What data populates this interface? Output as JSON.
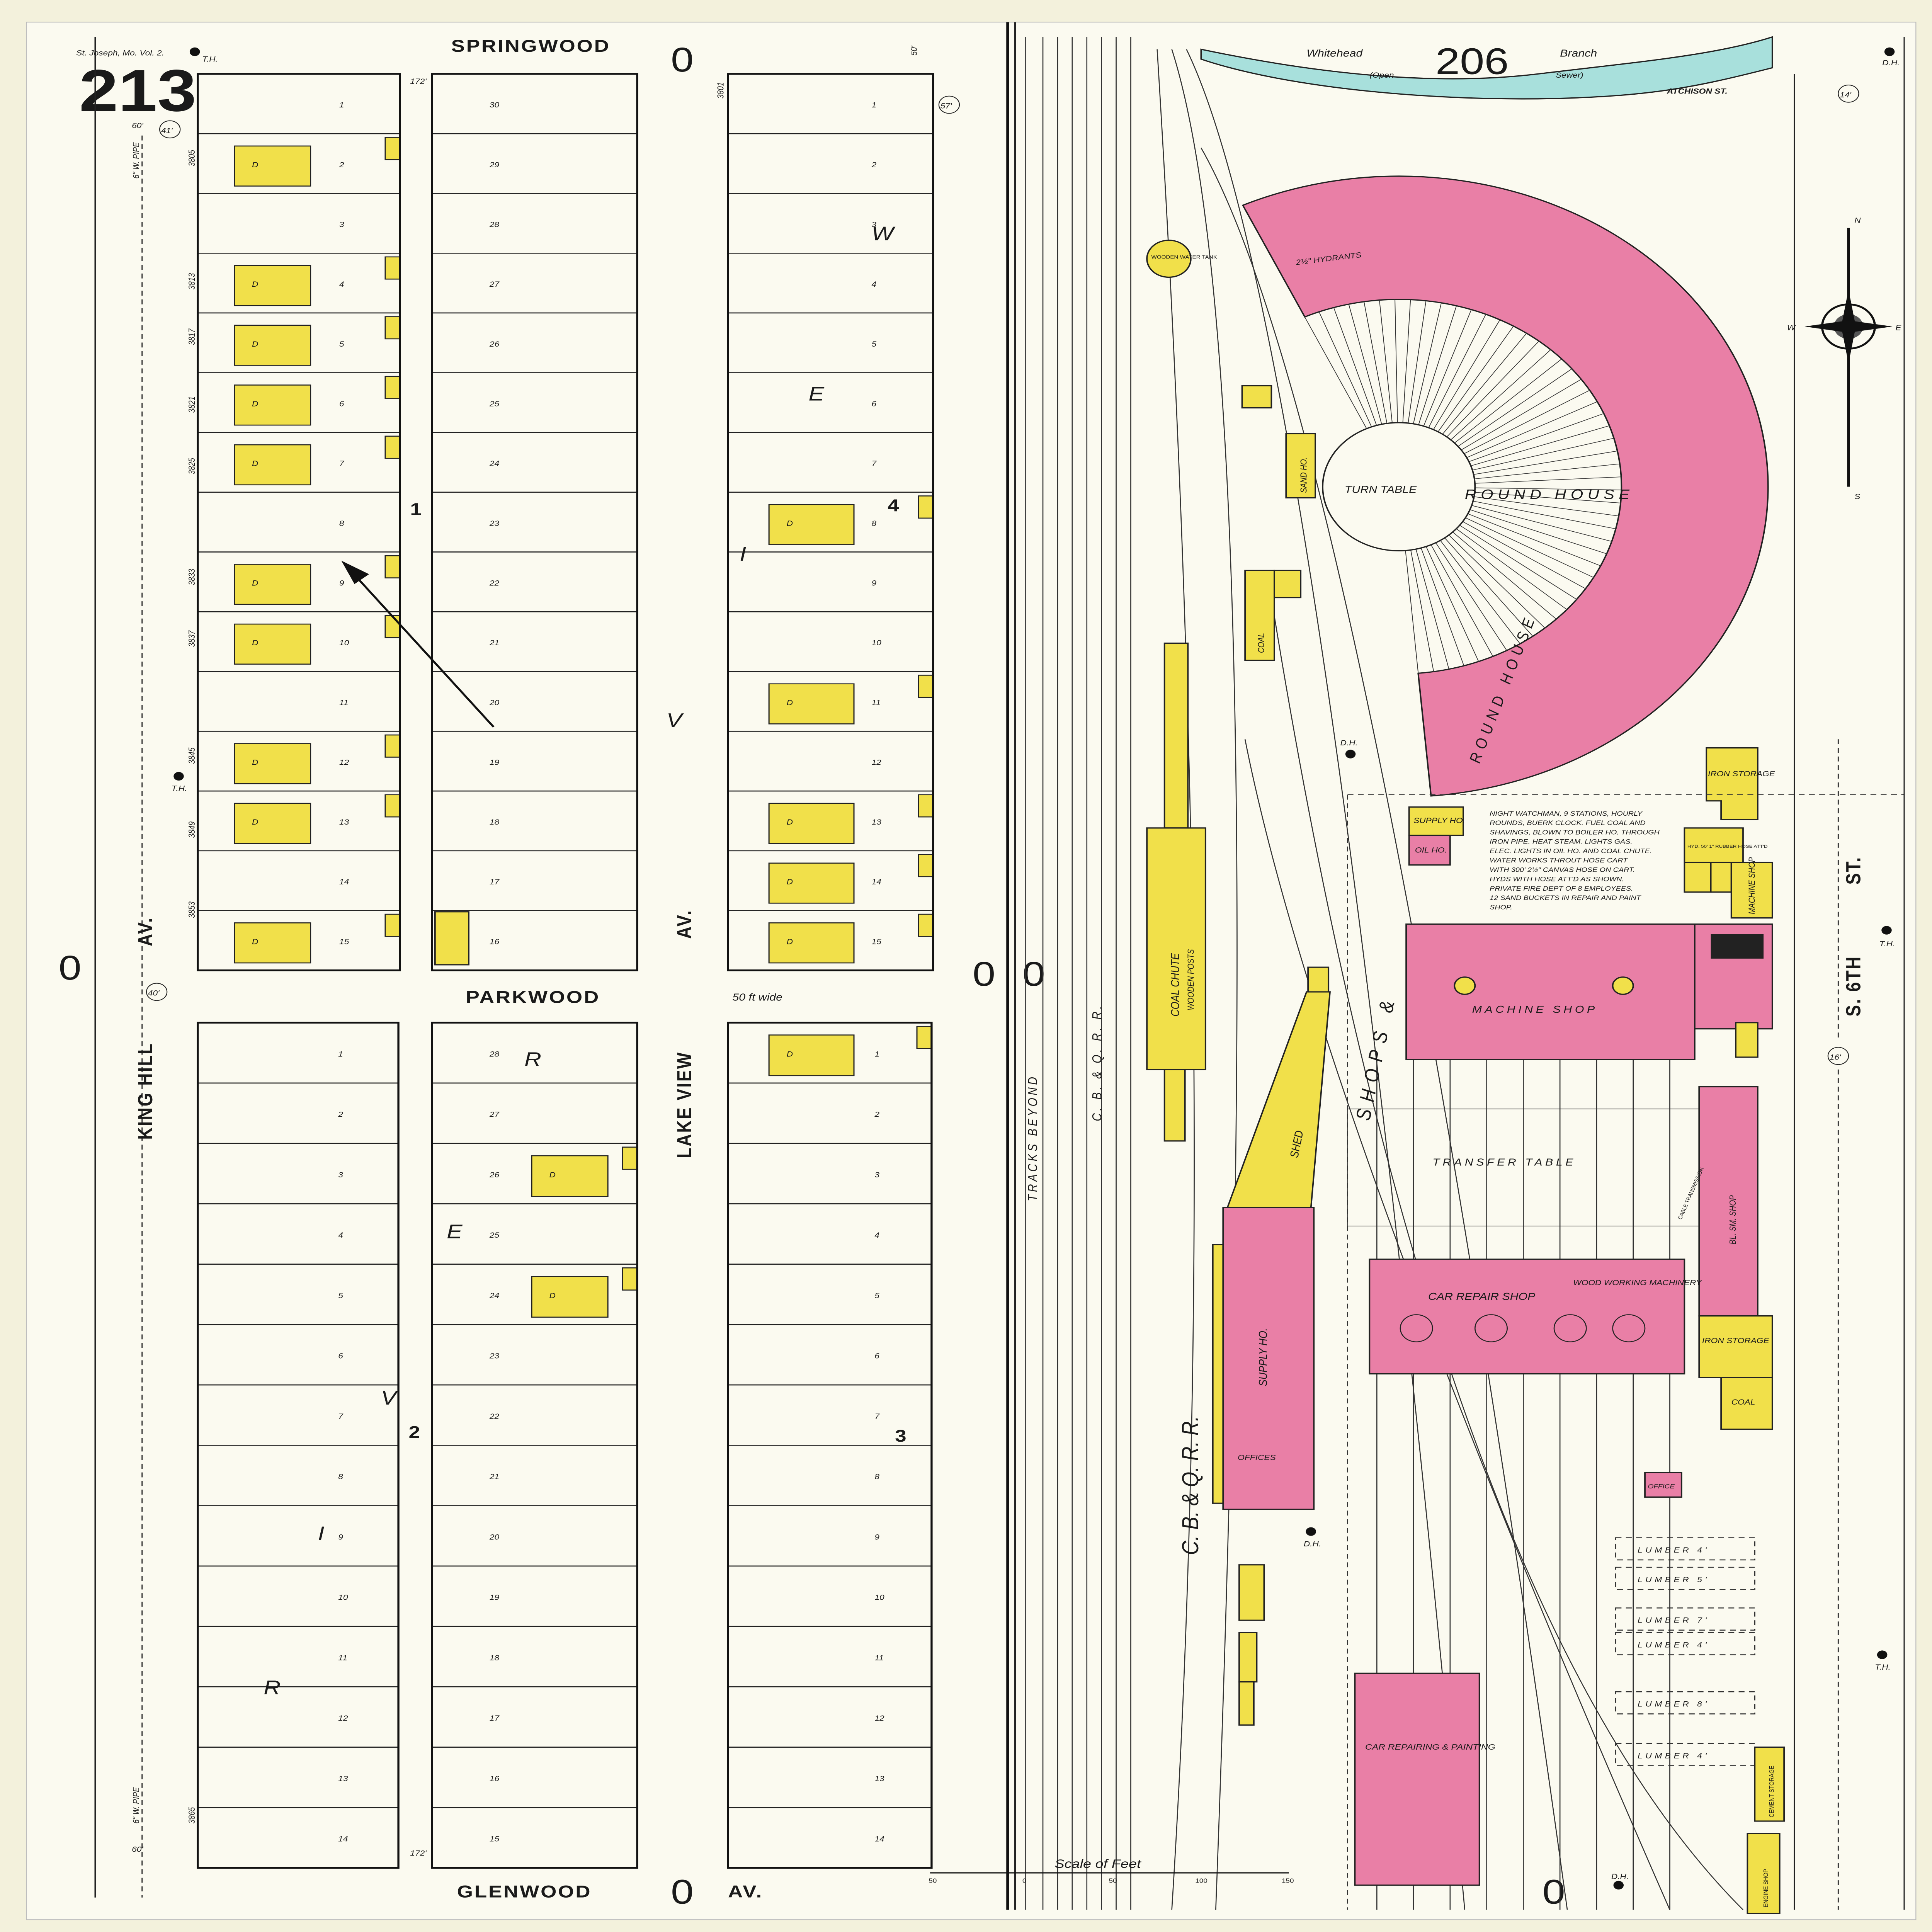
{
  "sheet": {
    "page_number": "213",
    "city_volume": "St. Joseph, Mo. Vol. 2.",
    "adjoining_sheet": "206"
  },
  "streets": {
    "springwood": "SPRINGWOOD",
    "parkwood": "PARKWOOD",
    "parkwood_width": "50 ft wide",
    "glenwood": "GLENWOOD",
    "glenwood_av": "AV.",
    "king_hill": "KING HILL",
    "king_hill_av": "AV.",
    "lake_view": "LAKE VIEW",
    "lake_view_av": "AV.",
    "sixth": "S. 6TH",
    "sixth_st": "ST.",
    "atchison": "ATCHISON ST."
  },
  "water": {
    "name_left": "Whitehead",
    "name_right": "Branch",
    "note_left": "(Open",
    "note_right": "Sewer)"
  },
  "addition_letters": [
    "R",
    "I",
    "V",
    "E",
    "R",
    "V",
    "I",
    "E",
    "W"
  ],
  "marks": {
    "zero": "0",
    "th": "T.H.",
    "dh": "D.H.",
    "pipe": "6\" W. PIPE",
    "width_50": "50'",
    "width_60": "60'",
    "width_172": "172'",
    "circle_41": "41'",
    "circle_40": "40'",
    "circle_57": "57'",
    "circle_16": "16'",
    "circle_14": "14'"
  },
  "addresses": [
    "3801",
    "3805",
    "3813",
    "3817",
    "3821",
    "3825",
    "3833",
    "3837",
    "3845",
    "3849",
    "3853",
    "3865"
  ],
  "dwelling_label": "D",
  "blocks": [
    {
      "number": "1",
      "columns": [
        {
          "lots": [
            "1",
            "2",
            "3",
            "4",
            "5",
            "6",
            "7",
            "8",
            "9",
            "10",
            "11",
            "12",
            "13",
            "14",
            "15"
          ],
          "dwellings": [
            "2",
            "4",
            "5",
            "6",
            "7",
            "9",
            "10",
            "12",
            "13",
            "15"
          ]
        },
        {
          "lots": [
            "30",
            "29",
            "28",
            "27",
            "26",
            "25",
            "24",
            "23",
            "22",
            "21",
            "20",
            "19",
            "18",
            "17",
            "16"
          ],
          "dwellings": []
        }
      ]
    },
    {
      "number": "4",
      "columns": [
        {
          "lots": [
            "1",
            "2",
            "3",
            "4",
            "5",
            "6",
            "7",
            "8",
            "9",
            "10",
            "11",
            "12",
            "13",
            "14",
            "15"
          ],
          "dwellings": [
            "8",
            "11",
            "13",
            "14",
            "15"
          ]
        }
      ]
    },
    {
      "number": "2",
      "columns": [
        {
          "lots": [
            "1",
            "2",
            "3",
            "4",
            "5",
            "6",
            "7",
            "8",
            "9",
            "10",
            "11",
            "12",
            "13",
            "14"
          ],
          "dwellings": []
        },
        {
          "lots": [
            "28",
            "27",
            "26",
            "25",
            "24",
            "23",
            "22",
            "21",
            "20",
            "19",
            "18",
            "17",
            "16",
            "15"
          ],
          "dwellings": [
            "26",
            "24"
          ]
        }
      ]
    },
    {
      "number": "3",
      "columns": [
        {
          "lots": [
            "1",
            "2",
            "3",
            "4",
            "5",
            "6",
            "7",
            "8",
            "9",
            "10",
            "11",
            "12",
            "13",
            "14"
          ],
          "dwellings": [
            "1"
          ]
        }
      ]
    }
  ],
  "railroad": {
    "name": "C. B. & Q. R. R.",
    "shops": "SHOPS &",
    "round_house_a": "ROUND HOUSE",
    "round_house_b": "ROUND HOUSE",
    "turn_table": "TURN TABLE",
    "hydrants": "2½\" HYDRANTS",
    "machine_shop": "MACHINE SHOP",
    "transfer_table": "TRANSFER TABLE",
    "car_repair_shop": "CAR REPAIR SHOP",
    "wood_working": "WOOD WORKING MACHINERY",
    "car_repairing": "CAR REPAIRING & PAINTING",
    "supply_ho": "SUPPLY HO.",
    "supply_ho_small": "SUPPLY HO.",
    "oil_ho": "OIL HO.",
    "offices": "OFFICES",
    "coal_chute": "COAL CHUTE",
    "wooden_posts": "WOODEN POSTS",
    "shed": "SHED",
    "sand_ho": "SAND HO.",
    "coal": "COAL",
    "coal_lower": "COAL",
    "iron_storage": "IRON STORAGE",
    "iron_storage_lower": "IRON STORAGE",
    "machine_small": "MACHINE SHOP",
    "bl_sm_shop": "BL. SM. SHOP",
    "office": "OFFICE",
    "cement_storage": "CEMENT STORAGE",
    "engine_shop": "ENGINE SHOP",
    "water_tank": "WOODEN WATER TANK",
    "tracks_beyond": "TRACKS BEYOND",
    "cbq": "C. B. & Q. R. R.",
    "transformer": "CABLE TRANSMISSION",
    "hyd_note": "HYD. 50' 1\" RUBBER HOSE ATT'D"
  },
  "notes": [
    "NIGHT WATCHMAN, 9 STATIONS, HOURLY",
    "ROUNDS, BUERK CLOCK. FUEL COAL AND",
    "SHAVINGS, BLOWN TO BOILER HO. THROUGH",
    "IRON PIPE. HEAT STEAM. LIGHTS GAS.",
    "ELEC. LIGHTS IN OIL HO. AND COAL CHUTE.",
    "WATER WORKS THROUT HOSE CART",
    "WITH 300' 2½\" CANVAS HOSE ON CART.",
    "HYDS WITH HOSE ATT'D AS SHOWN.",
    "PRIVATE FIRE DEPT OF 8 EMPLOYEES.",
    "12 SAND BUCKETS IN REPAIR AND PAINT",
    "SHOP."
  ],
  "lumber": [
    "LUMBER 4'",
    "LUMBER 5'",
    "LUMBER 7'",
    "LUMBER 4'",
    "LUMBER 8'",
    "LUMBER 4'"
  ],
  "scale": {
    "label": "Scale of Feet",
    "ticks": [
      "50",
      "0",
      "50",
      "100",
      "150"
    ]
  },
  "compass": {
    "n": "N",
    "s": "S",
    "e": "E",
    "w": "W"
  },
  "colors": {
    "brick": "#e97fa6",
    "frame": "#f1e04a",
    "water": "#a8e0dc",
    "paper": "#f3f1dc"
  }
}
